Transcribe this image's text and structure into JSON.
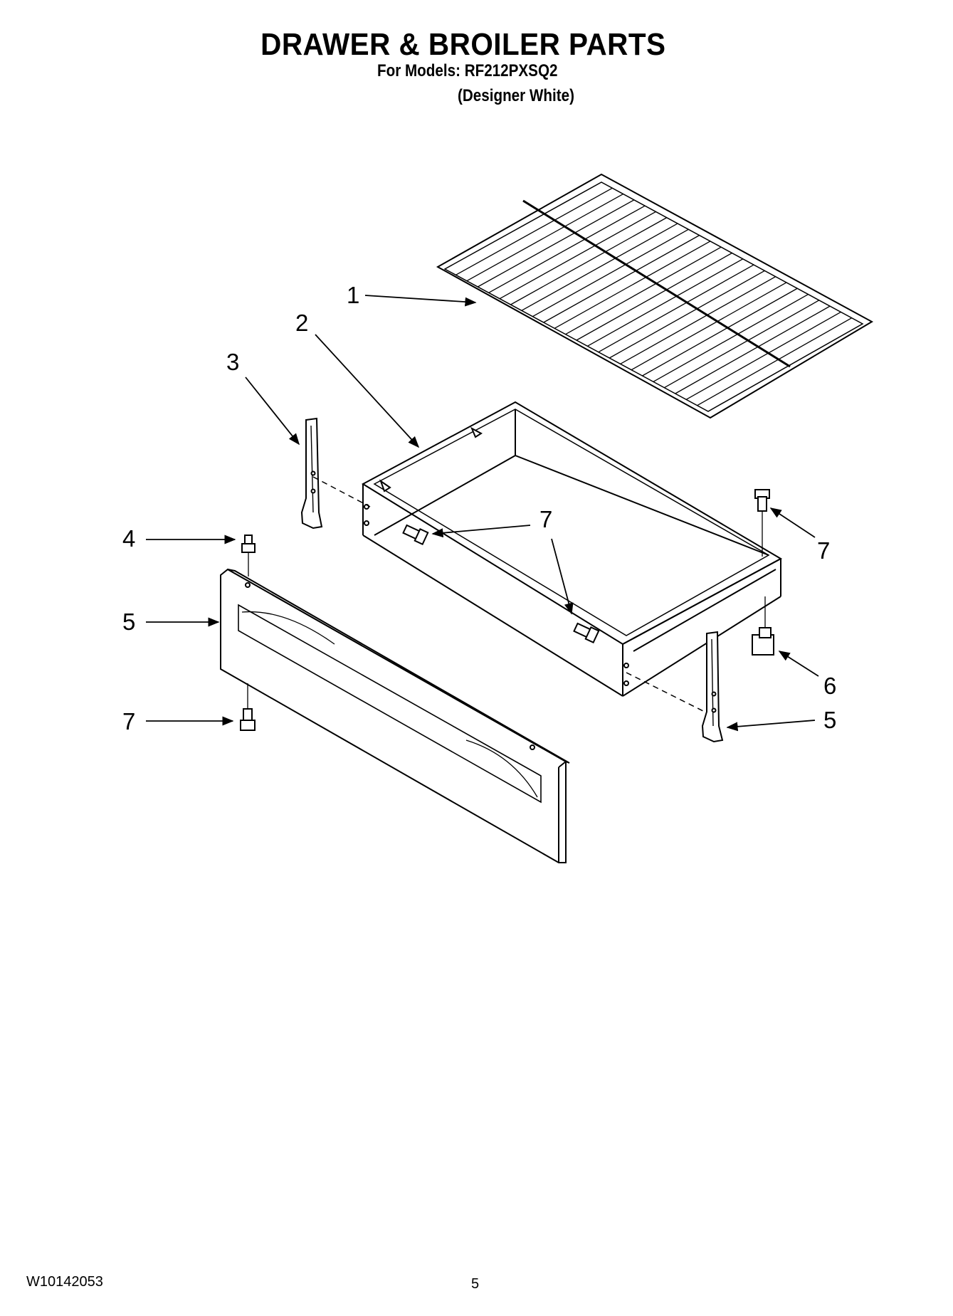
{
  "header": {
    "title": "DRAWER & BROILER PARTS",
    "models_line": "For Models: RF212PXSQ2",
    "color_line": "(Designer White)"
  },
  "callouts": [
    {
      "id": "c1",
      "label": "1"
    },
    {
      "id": "c2",
      "label": "2"
    },
    {
      "id": "c3",
      "label": "3"
    },
    {
      "id": "c4",
      "label": "4"
    },
    {
      "id": "c5a",
      "label": "5"
    },
    {
      "id": "c5b",
      "label": "5"
    },
    {
      "id": "c6",
      "label": "6"
    },
    {
      "id": "c7a",
      "label": "7"
    },
    {
      "id": "c7b",
      "label": "7"
    },
    {
      "id": "c7c",
      "label": "7"
    }
  ],
  "footer": {
    "doc_number": "W10142053",
    "page_number": "5"
  }
}
